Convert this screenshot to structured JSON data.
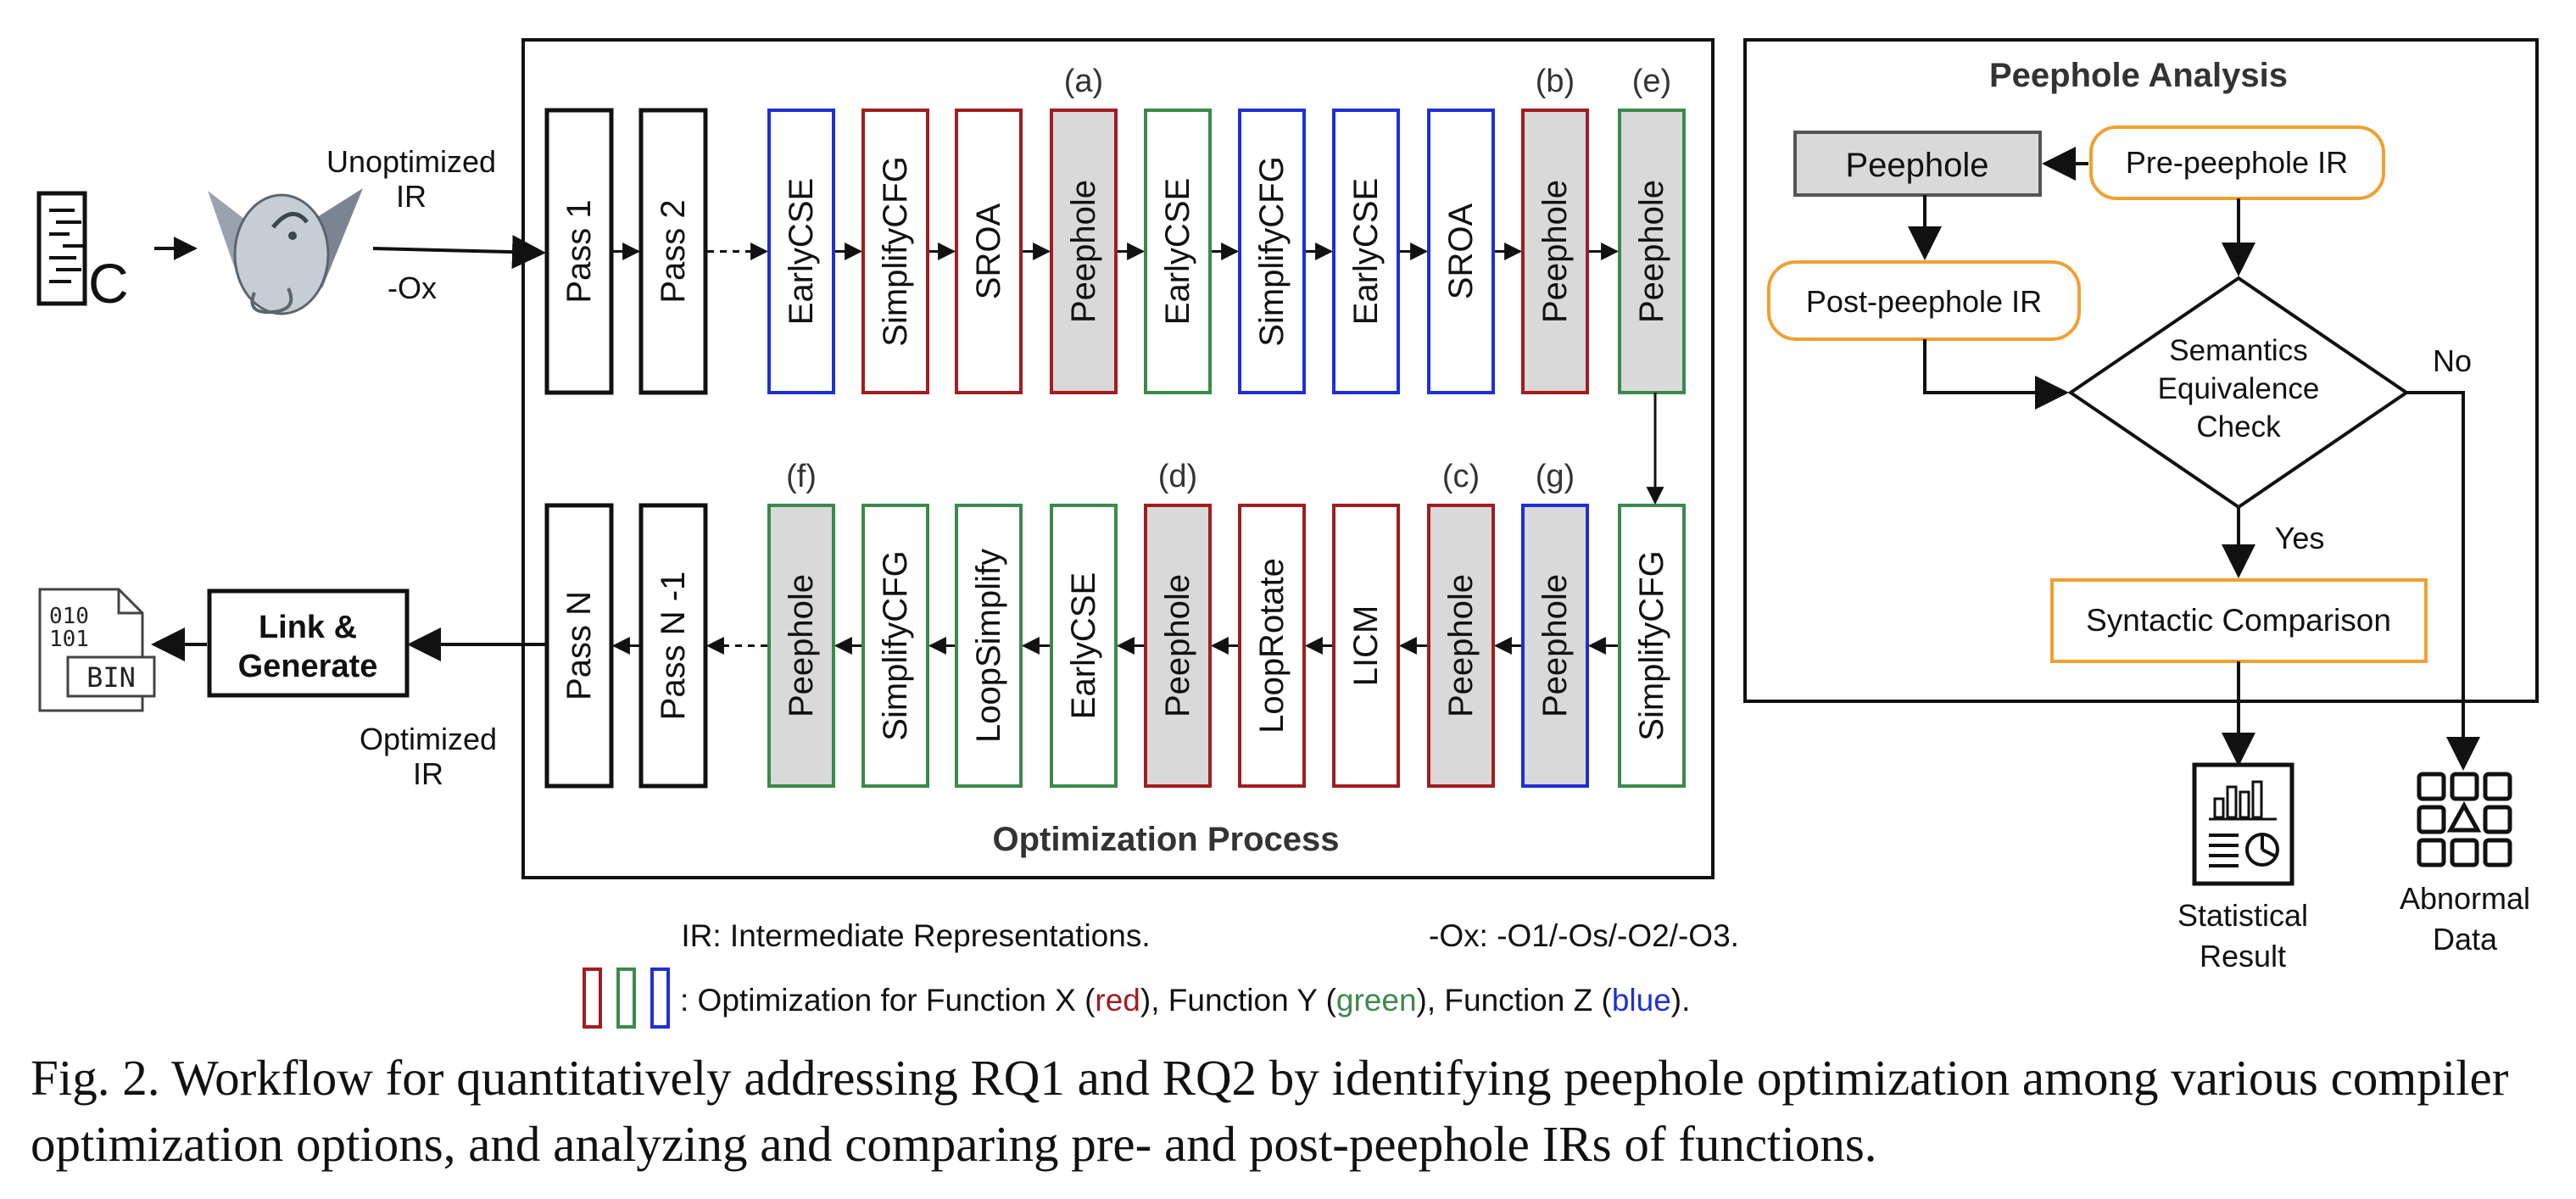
{
  "colors": {
    "red": "#a11d21",
    "green": "#3b8a4a",
    "blue": "#1f2fd6",
    "orange": "#f0a030",
    "gray_fill": "#d9d9d9",
    "line": "#111111"
  },
  "input": {
    "c_file_icon": "c-source-file-icon",
    "c_letter": "C",
    "compiler_icon": "llvm-dragon-icon",
    "unoptimized_ir_line1": "Unoptimized",
    "unoptimized_ir_line2": "IR",
    "ox_label": "-Ox"
  },
  "optimization_process": {
    "title": "Optimization Process",
    "row1": [
      {
        "label": "Pass 1",
        "color": "black",
        "tag": ""
      },
      {
        "label": "Pass 2",
        "color": "black",
        "tag": ""
      },
      {
        "label": "EarlyCSE",
        "color": "blue",
        "tag": ""
      },
      {
        "label": "SimplifyCFG",
        "color": "red",
        "tag": ""
      },
      {
        "label": "SROA",
        "color": "red",
        "tag": ""
      },
      {
        "label": "Peephole",
        "color": "red",
        "tag": "(a)",
        "filled": true
      },
      {
        "label": "EarlyCSE",
        "color": "green",
        "tag": ""
      },
      {
        "label": "SimplifyCFG",
        "color": "blue",
        "tag": ""
      },
      {
        "label": "EarlyCSE",
        "color": "blue",
        "tag": ""
      },
      {
        "label": "SROA",
        "color": "blue",
        "tag": ""
      },
      {
        "label": "Peephole",
        "color": "red",
        "tag": "(b)",
        "filled": true
      },
      {
        "label": "Peephole",
        "color": "green",
        "tag": "(e)",
        "filled": true
      }
    ],
    "row2": [
      {
        "label": "Pass N",
        "color": "black",
        "tag": ""
      },
      {
        "label": "Pass N -1",
        "color": "black",
        "tag": ""
      },
      {
        "label": "Peephole",
        "color": "green",
        "tag": "(f)",
        "filled": true
      },
      {
        "label": "SimplifyCFG",
        "color": "green",
        "tag": ""
      },
      {
        "label": "LoopSimplify",
        "color": "green",
        "tag": ""
      },
      {
        "label": "EarlyCSE",
        "color": "green",
        "tag": ""
      },
      {
        "label": "Peephole",
        "color": "red",
        "tag": "(d)",
        "filled": true
      },
      {
        "label": "LoopRotate",
        "color": "red",
        "tag": ""
      },
      {
        "label": "LICM",
        "color": "red",
        "tag": ""
      },
      {
        "label": "Peephole",
        "color": "red",
        "tag": "(c)",
        "filled": true
      },
      {
        "label": "Peephole",
        "color": "blue",
        "tag": "(g)",
        "filled": true
      },
      {
        "label": "SimplifyCFG",
        "color": "green",
        "tag": ""
      }
    ]
  },
  "output": {
    "link_line1": "Link &",
    "link_line2": "Generate",
    "optimized_ir_line1": "Optimized",
    "optimized_ir_line2": "IR",
    "bin_icon": "binary-file-icon",
    "bin_digits1": "010",
    "bin_digits2": "101",
    "bin_label": "BIN"
  },
  "peephole_analysis": {
    "title": "Peephole Analysis",
    "peephole": "Peephole",
    "pre_ir": "Pre-peephole IR",
    "post_ir": "Post-peephole IR",
    "check_line1": "Semantics",
    "check_line2": "Equivalence",
    "check_line3": "Check",
    "yes": "Yes",
    "no": "No",
    "syntactic": "Syntactic Comparison",
    "stat_line1": "Statistical",
    "stat_line2": "Result",
    "abn_line1": "Abnormal",
    "abn_line2": "Data",
    "stat_icon": "statistics-report-icon",
    "abn_icon": "abnormal-data-grid-icon"
  },
  "legend": {
    "ir_def": "IR: Intermediate Representations.",
    "ox_def": "-Ox: -O1/-Os/-O2/-O3.",
    "prefix": ": Optimization for Function X (",
    "red_word": "red",
    "mid1": "), Function Y (",
    "green_word": "green",
    "mid2": "), Function Z (",
    "blue_word": "blue",
    "suffix": ")."
  },
  "caption": "Fig. 2.  Workflow for quantitatively addressing RQ1 and RQ2 by identifying peephole optimization among various compiler optimization options, and analyzing and comparing pre- and post-peephole IRs of functions."
}
